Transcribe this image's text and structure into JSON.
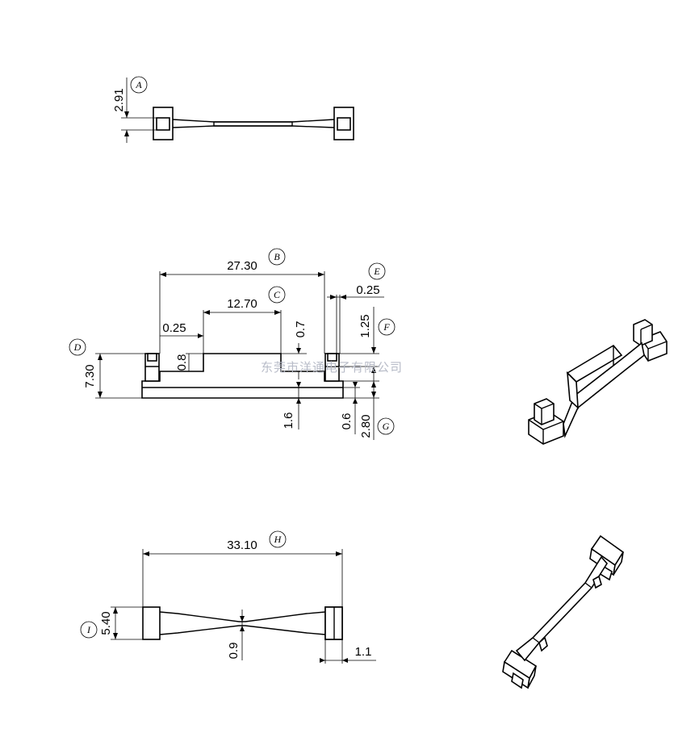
{
  "dimensions": {
    "a": "2.91",
    "b": "27.30",
    "c": "12.70",
    "e": "0.25",
    "gap_left": "0.25",
    "step_right": "0.7",
    "f": "1.25",
    "inner": "0.8",
    "d": "7.30",
    "bottom_mid": "1.6",
    "bottom_right": "0.6",
    "g": "2.80",
    "h": "33.10",
    "i": "5.40",
    "web": "0.9",
    "end": "1.1"
  },
  "callouts": {
    "a": "A",
    "b": "B",
    "c": "C",
    "d": "D",
    "e": "E",
    "f": "F",
    "g": "G",
    "h": "H",
    "i": "I"
  },
  "watermark": "东莞市洋通电子有限公司",
  "colors": {
    "line": "#000000",
    "watermark": "#b8bcc8",
    "background": "#ffffff"
  }
}
